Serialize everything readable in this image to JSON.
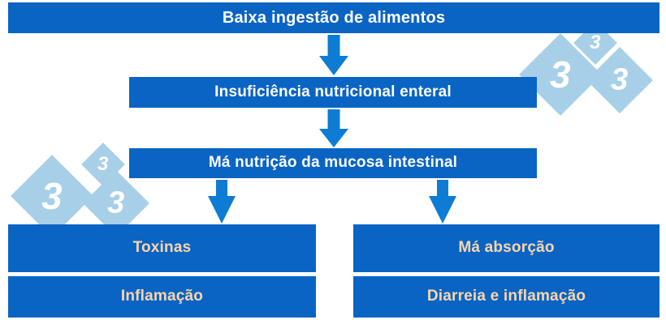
{
  "diagram": {
    "title": "Fluxograma: Baixa ingestao de alimentos",
    "colors": {
      "box_blue": "#0a64c4",
      "arrow_blue": "#0c7cd5",
      "text_white": "#ffffff",
      "text_cream": "#fbd6aa",
      "watermark_blue": "#a8cfe8",
      "background": "#ffffff"
    },
    "nodes": [
      {
        "id": "n1",
        "label": "Baixa ingestão de alimentos",
        "text_color": "white",
        "level": 0
      },
      {
        "id": "n2",
        "label": "Insuficiência nutricional enteral",
        "text_color": "white",
        "level": 1
      },
      {
        "id": "n3",
        "label": "Má nutrição da mucosa intestinal",
        "text_color": "white",
        "level": 2
      },
      {
        "id": "n4",
        "label": "Toxinas",
        "text_color": "cream",
        "level": 3
      },
      {
        "id": "n5",
        "label": "Má absorção",
        "text_color": "cream",
        "level": 3
      },
      {
        "id": "n6",
        "label": "Inflamação",
        "text_color": "cream",
        "level": 4
      },
      {
        "id": "n7",
        "label": "Diarreia e inflamação",
        "text_color": "cream",
        "level": 4
      }
    ],
    "edges": [
      {
        "from": "n1",
        "to": "n2",
        "type": "down-arrow"
      },
      {
        "from": "n2",
        "to": "n3",
        "type": "down-arrow"
      },
      {
        "from": "n3",
        "to": "n4",
        "type": "down-arrow"
      },
      {
        "from": "n3",
        "to": "n5",
        "type": "down-arrow"
      }
    ],
    "watermarks": [
      {
        "id": "wm-right",
        "digit": "3",
        "position": "top-right"
      },
      {
        "id": "wm-left",
        "digit": "3",
        "position": "middle-left"
      }
    ]
  }
}
